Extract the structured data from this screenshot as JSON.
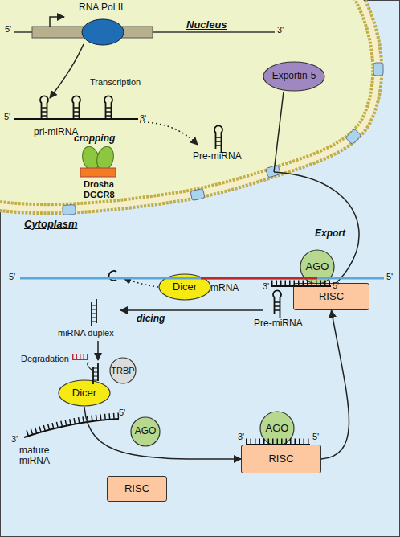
{
  "diagram": {
    "nodes": [
      {
        "text": [
          "Exportin-5"
        ]
      },
      {
        "text": [
          "Dicer"
        ]
      },
      {
        "text": [
          "AGO"
        ]
      },
      {
        "text": [
          "RISC"
        ]
      },
      {
        "text": [
          "TRBP"
        ]
      },
      {
        "text": [
          "Dicer"
        ]
      },
      {
        "text": [
          "AGO"
        ]
      },
      {
        "text": [
          "AGO"
        ]
      },
      {
        "text": [
          "RISC"
        ]
      },
      {
        "text": [
          "RISC"
        ]
      }
    ],
    "edges": [
      {
        "from": 5,
        "to": 8,
        "arrow": "to"
      },
      {
        "from": 8,
        "to": 3,
        "arrow": "to"
      }
    ],
    "labels": [
      "RNA Pol II",
      "Nucleus",
      "5'",
      "3'",
      "Transcription",
      "5'",
      "3'",
      "pri-miRNA",
      "cropping",
      "Drosha",
      "DGCR8",
      "Pre-miRNA",
      "Cytoplasm",
      "Export",
      "5'",
      "mRNA",
      "5'",
      "3'",
      "5'",
      "Pre-miRNA",
      "dicing",
      "miRNA duplex",
      "Degradation",
      "5'",
      "3'",
      "mature miRNA",
      "3'",
      "5'"
    ]
  }
}
